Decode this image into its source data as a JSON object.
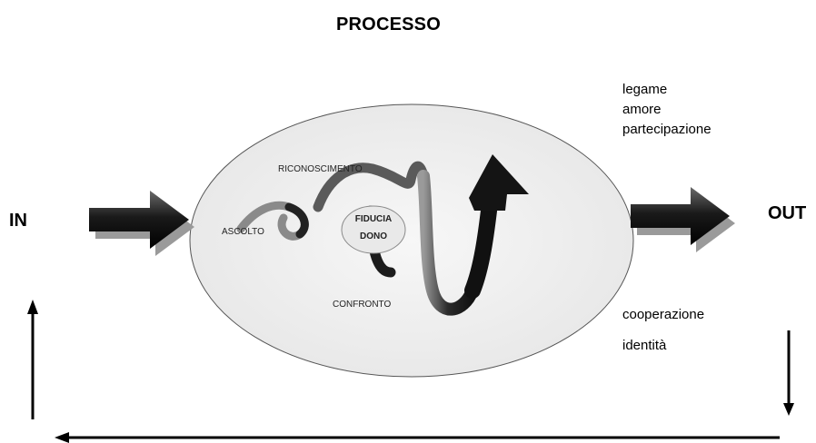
{
  "title": "PROCESSO",
  "input": {
    "label": "IN"
  },
  "output": {
    "label": "OUT",
    "results_top": [
      "legame",
      "amore",
      "partecipazione"
    ],
    "results_bottom": [
      "cooperazione",
      "identità"
    ]
  },
  "process": {
    "stages": [
      "RICONOSCIMENTO",
      "ASCOLTO",
      "CONFRONTO"
    ],
    "core": [
      "FIDUCIA",
      "DONO"
    ]
  }
}
